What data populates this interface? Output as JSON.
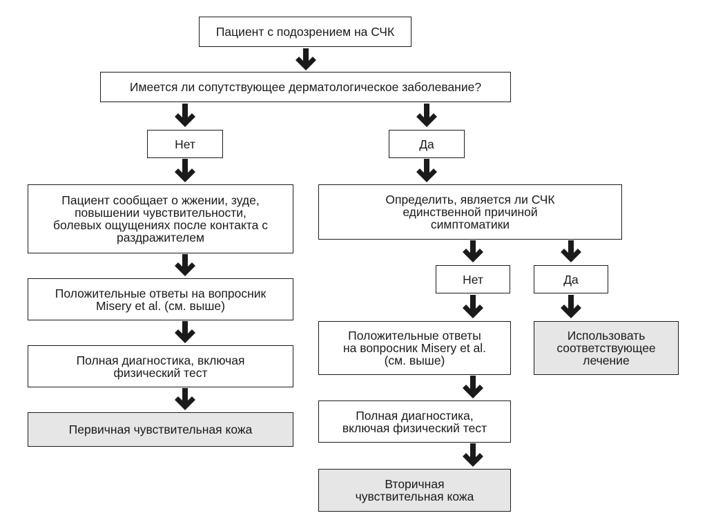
{
  "colors": {
    "stroke": "#1a1a1a",
    "result_fill": "#e6e6e6",
    "background": "#ffffff"
  },
  "start": "Пациент с подозрением на СЧК",
  "question": "Имеется ли сопутствующее дерматологическое заболевание?",
  "left": {
    "answer": "Нет",
    "symptoms": "Пациент сообщает о жжении, зуде,\nповышении чувствительности,\nболевых ощущениях после контакта с\nраздражителем",
    "questionnaire": "Положительные ответы на вопросник\nMisery et al. (см. выше)",
    "diagnostics": "Полная диагностика, включая\nфизический тест",
    "result": "Первичная чувствительная кожа"
  },
  "right": {
    "answer": "Да",
    "determine": "Определить, является ли СЧК\nединственной причиной\nсимптоматики",
    "no_branch": {
      "answer": "Нет",
      "questionnaire": "Положительные ответы\nна вопросник Misery et al.\n(см. выше)",
      "diagnostics": "Полная диагностика,\nвключая физический тест",
      "result": "Вторичная\nчувствительная кожа"
    },
    "yes_branch": {
      "answer": "Да",
      "treatment": "Использовать\nсоответствующее\nлечение"
    }
  }
}
